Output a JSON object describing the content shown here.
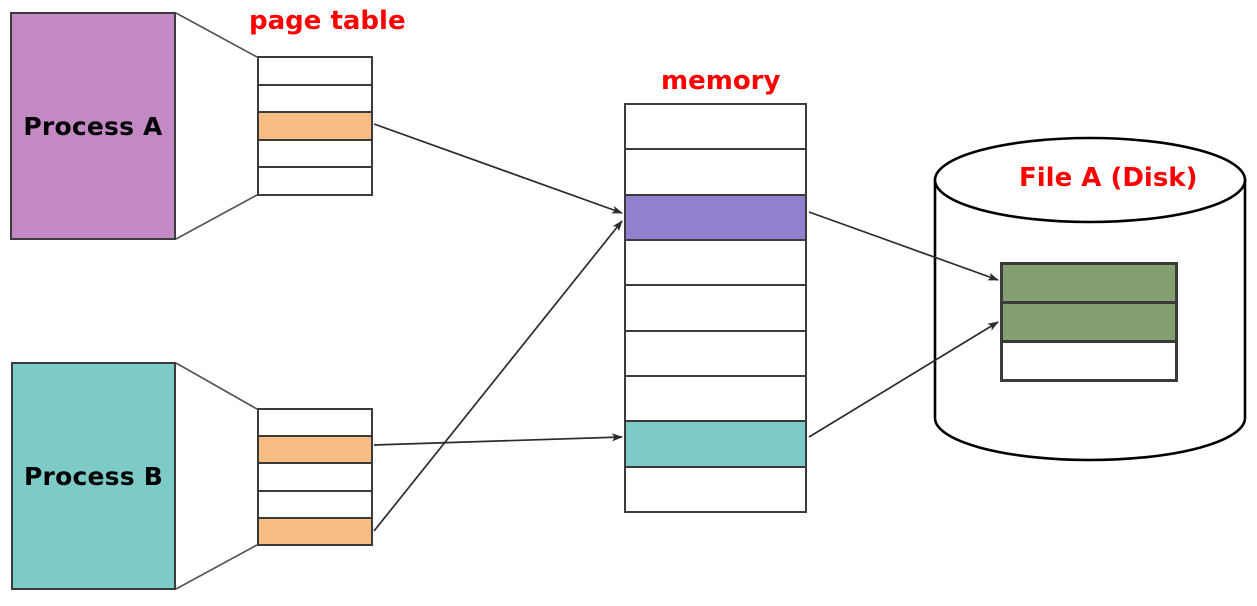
{
  "diagram": {
    "title_labels": {
      "page_table": "page table",
      "memory": "memory",
      "file_a_disk": "File A (Disk)"
    },
    "processes": [
      {
        "id": "process-a",
        "label": "Process A",
        "color": "#c389c4"
      },
      {
        "id": "process-b",
        "label": "Process B",
        "color": "#7ccbc8"
      }
    ],
    "page_table_a": {
      "name": "page table",
      "row_count": 5,
      "rows": [
        {
          "index": 0,
          "fill": "#ffffff",
          "highlighted": false
        },
        {
          "index": 1,
          "fill": "#ffffff",
          "highlighted": false
        },
        {
          "index": 2,
          "fill": "#f7bd85",
          "highlighted": true
        },
        {
          "index": 3,
          "fill": "#ffffff",
          "highlighted": false
        },
        {
          "index": 4,
          "fill": "#ffffff",
          "highlighted": false
        }
      ]
    },
    "page_table_b": {
      "name": "page table",
      "row_count": 5,
      "rows": [
        {
          "index": 0,
          "fill": "#ffffff",
          "highlighted": false
        },
        {
          "index": 1,
          "fill": "#f7bd85",
          "highlighted": true
        },
        {
          "index": 2,
          "fill": "#ffffff",
          "highlighted": false
        },
        {
          "index": 3,
          "fill": "#ffffff",
          "highlighted": false
        },
        {
          "index": 4,
          "fill": "#f7bd85",
          "highlighted": true
        }
      ]
    },
    "memory": {
      "name": "memory",
      "row_count": 9,
      "rows": [
        {
          "index": 0,
          "fill": "#ffffff",
          "highlighted": false
        },
        {
          "index": 1,
          "fill": "#ffffff",
          "highlighted": false
        },
        {
          "index": 2,
          "fill": "#9280ce",
          "highlighted": true
        },
        {
          "index": 3,
          "fill": "#ffffff",
          "highlighted": false
        },
        {
          "index": 4,
          "fill": "#ffffff",
          "highlighted": false
        },
        {
          "index": 5,
          "fill": "#ffffff",
          "highlighted": false
        },
        {
          "index": 6,
          "fill": "#ffffff",
          "highlighted": false
        },
        {
          "index": 7,
          "fill": "#7ccbc8",
          "highlighted": true
        },
        {
          "index": 8,
          "fill": "#ffffff",
          "highlighted": false
        }
      ]
    },
    "disk": {
      "name": "File A (Disk)",
      "shape": "cylinder",
      "block_row_count": 3,
      "block_rows": [
        {
          "index": 0,
          "fill": "#84a070",
          "highlighted": true
        },
        {
          "index": 1,
          "fill": "#84a070",
          "highlighted": true
        },
        {
          "index": 2,
          "fill": "#ffffff",
          "highlighted": false
        }
      ]
    },
    "connections": [
      {
        "from": "page-table-a-row-2",
        "to": "memory-row-2",
        "kind": "arrow"
      },
      {
        "from": "page-table-b-row-1",
        "to": "memory-row-7",
        "kind": "arrow"
      },
      {
        "from": "page-table-b-row-4",
        "to": "memory-row-2",
        "kind": "arrow"
      },
      {
        "from": "memory-row-2",
        "to": "disk-block-row-0",
        "kind": "arrow"
      },
      {
        "from": "memory-row-7",
        "to": "disk-block-row-1",
        "kind": "arrow"
      },
      {
        "from": "process-a",
        "to": "page-table-a",
        "kind": "expansion-line"
      },
      {
        "from": "process-b",
        "to": "page-table-b",
        "kind": "expansion-line"
      }
    ],
    "colors": {
      "label_red": "#ff0000",
      "stroke": "#3b3b3b",
      "orange": "#f7bd85",
      "purple": "#9280ce",
      "teal": "#7ccbc8",
      "pink": "#c389c4",
      "green": "#84a070"
    }
  }
}
